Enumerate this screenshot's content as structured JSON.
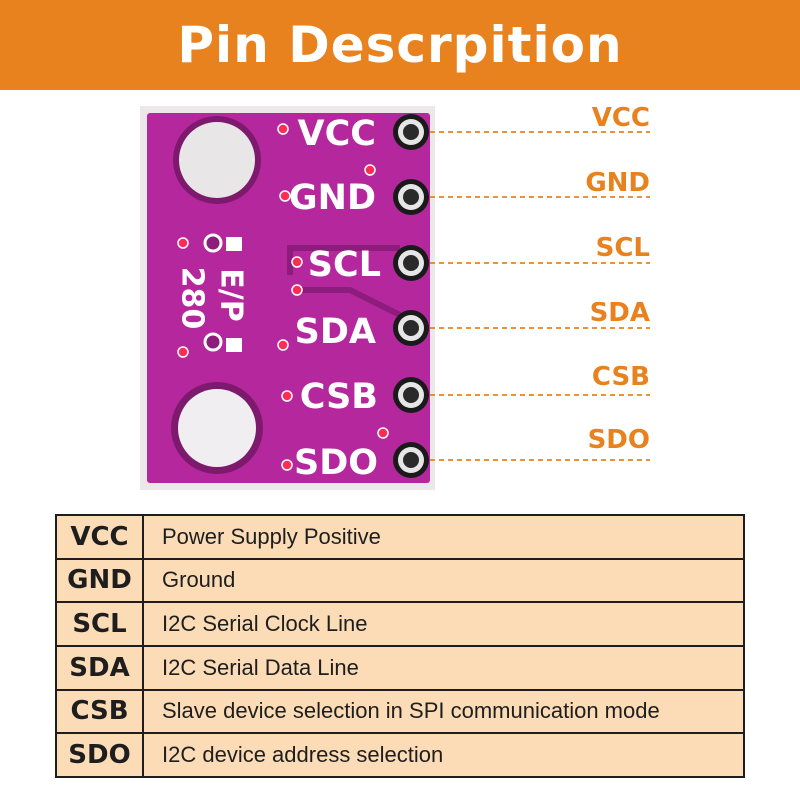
{
  "header": {
    "title": "Pin Descrpition"
  },
  "board": {
    "silkscreen_labels": [
      "VCC",
      "GND",
      "SCL",
      "SDA",
      "CSB",
      "SDO"
    ],
    "chip_marking": "E/P",
    "model_number": "280"
  },
  "callouts": [
    "VCC",
    "GND",
    "SCL",
    "SDA",
    "CSB",
    "SDO"
  ],
  "pin_table": {
    "rows": [
      {
        "pin": "VCC",
        "description": "Power Supply Positive"
      },
      {
        "pin": "GND",
        "description": "Ground"
      },
      {
        "pin": "SCL",
        "description": "I2C Serial Clock Line"
      },
      {
        "pin": "SDA",
        "description": "I2C Serial Data Line"
      },
      {
        "pin": "CSB",
        "description": "Slave device selection in SPI communication mode"
      },
      {
        "pin": "SDO",
        "description": "I2C device address selection"
      }
    ]
  },
  "colors": {
    "accent": "#e8821e",
    "pcb": "#b5279c",
    "table_fill": "#fbdcb6",
    "via": "#ff2d55"
  }
}
